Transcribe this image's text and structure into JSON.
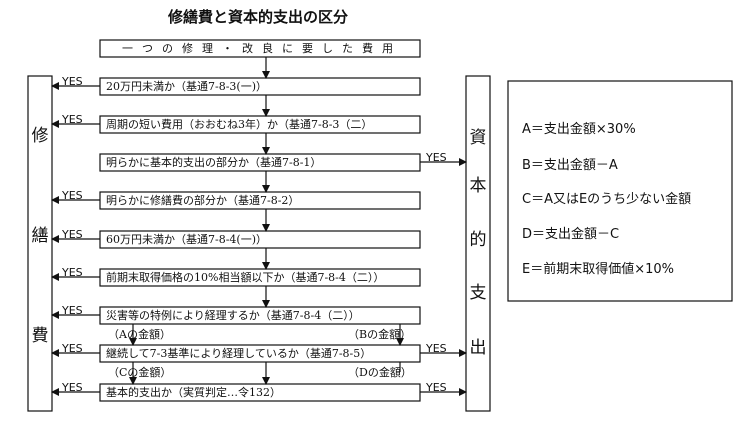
{
  "title": "修繕費と資本的支出の区分",
  "top_box": "一つの修理・改良に要した費用",
  "steps": [
    "20万円未満か（基通7-8-3(一)）",
    "周期の短い費用（おおむね3年）か（基通7-8-3（二）",
    "明らかに基本的支出の部分か（基通7-8-1）",
    "明らかに修繕費の部分か（基通7-8-2）",
    "60万円未満か（基通7-8-4(一)）",
    "前期末取得価格の10%相当額以下か（基通7-8-4（二））",
    "災害等の特例により経理するか（基通7-8-4（二））",
    "継続して7-3基準により経理しているか（基通7-8-5）",
    "基本的支出か（実質判定…令132）"
  ],
  "amount_labels": {
    "a": "（Aの金額）",
    "b": "（Bの金額）",
    "c": "（Cの金額）",
    "d": "（Dの金額）"
  },
  "yes_label": "YES",
  "left_column": [
    "修",
    "繕",
    "費"
  ],
  "right_column": [
    "資",
    "本",
    "的",
    "支",
    "出"
  ],
  "legend": [
    "A＝支出金額×30%",
    "B＝支出金額－A",
    "C＝A又はEのうち少ない金額",
    "D＝支出金額－C",
    "E＝前期末取得価値×10%"
  ]
}
